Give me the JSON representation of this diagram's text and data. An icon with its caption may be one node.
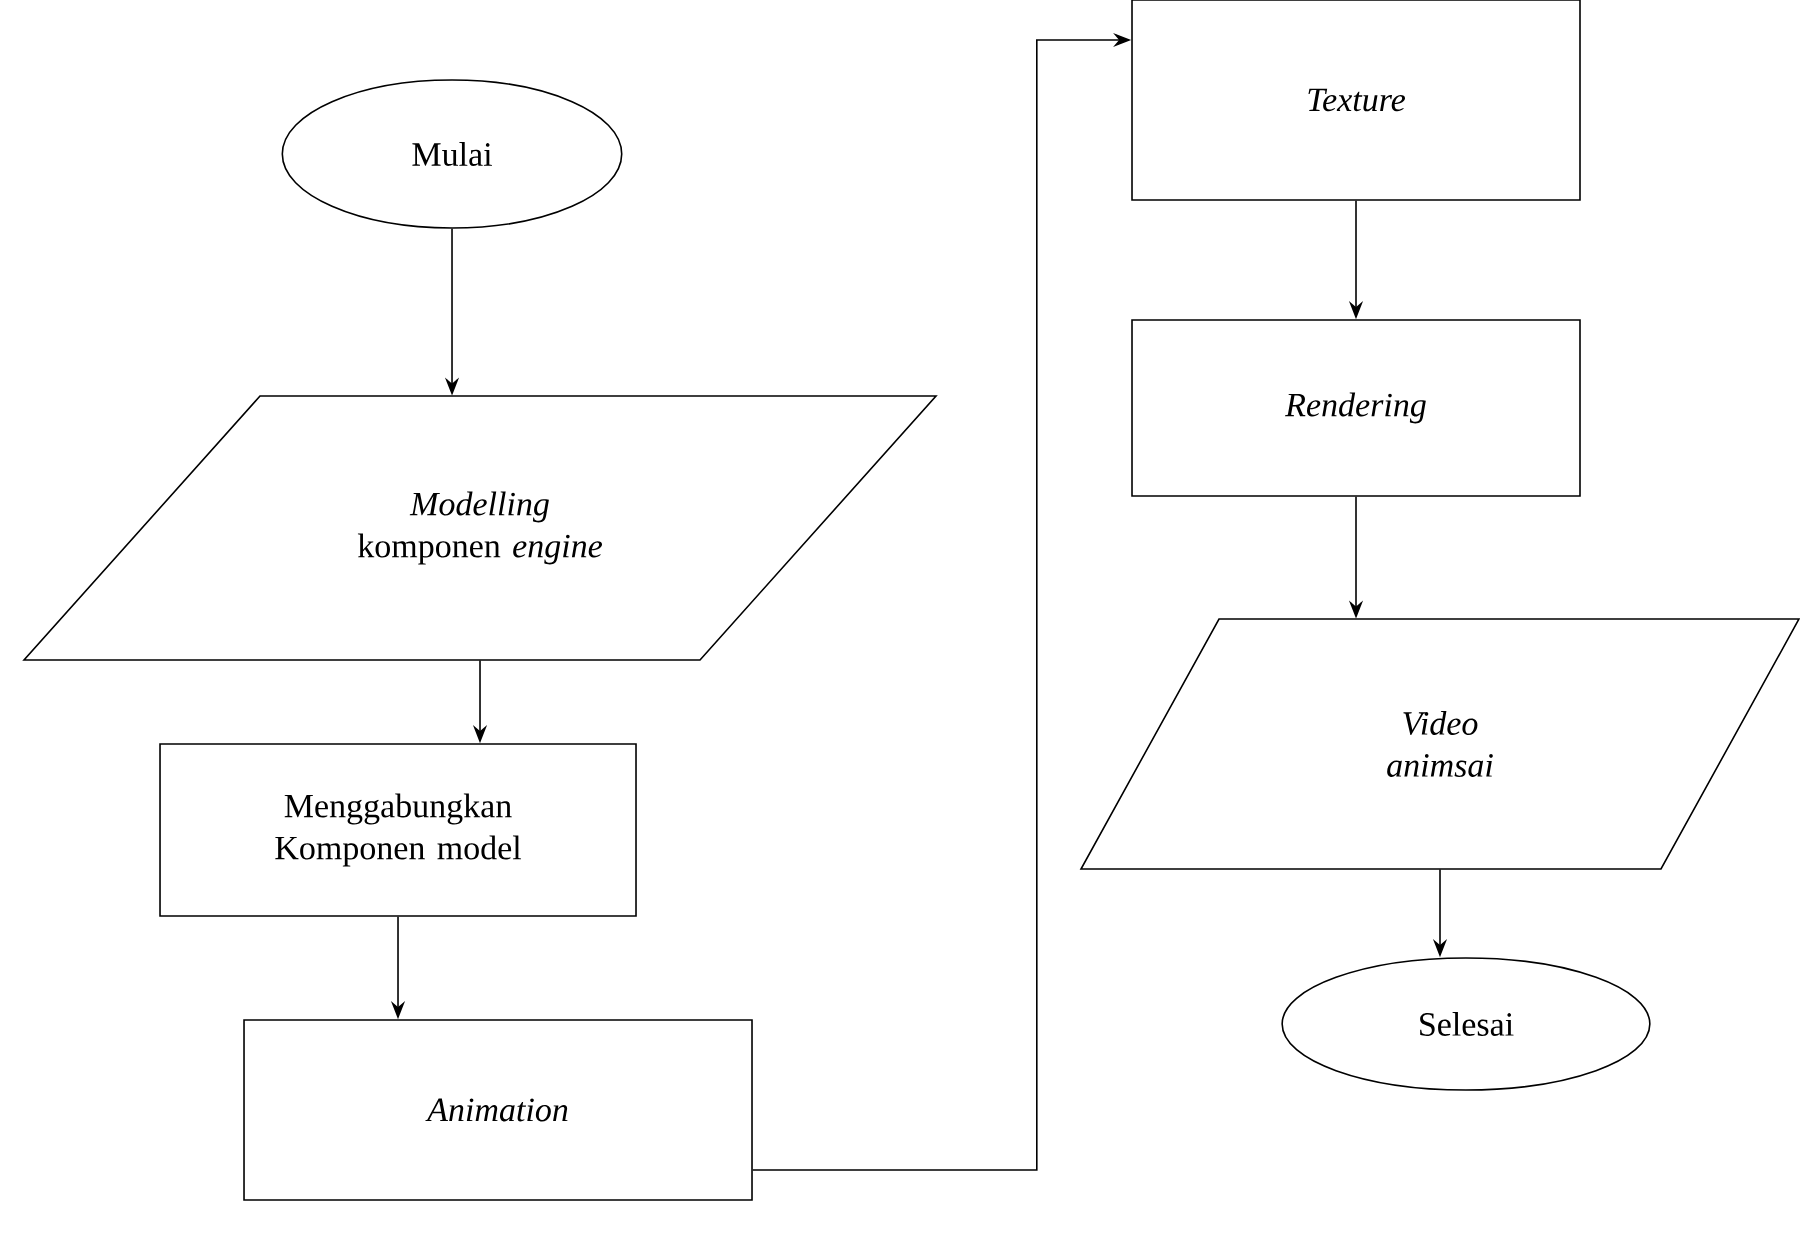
{
  "diagram": {
    "nodes": [
      {
        "text": [
          "Mulai"
        ]
      },
      {
        "text": [
          "*Modelling* komponen *engine*"
        ]
      },
      {
        "text": [
          "Menggabungkan Komponen model"
        ]
      },
      {
        "text": [
          "Animation"
        ]
      },
      {
        "text": [
          "Texture"
        ]
      },
      {
        "text": [
          "Rendering"
        ]
      },
      {
        "text": [
          "Video animsai"
        ]
      },
      {
        "text": [
          "Selesai"
        ]
      }
    ],
    "edges": [
      {
        "from": 0,
        "to": 1,
        "arrow": "to"
      },
      {
        "from": 1,
        "to": 2,
        "arrow": "to"
      },
      {
        "from": 2,
        "to": 3,
        "arrow": "to"
      },
      {
        "from": 3,
        "to": 4,
        "arrow": "to"
      },
      {
        "from": 4,
        "to": 5,
        "arrow": "to"
      },
      {
        "from": 5,
        "to": 6,
        "arrow": "to"
      },
      {
        "from": 6,
        "to": 7,
        "arrow": "to"
      }
    ]
  }
}
